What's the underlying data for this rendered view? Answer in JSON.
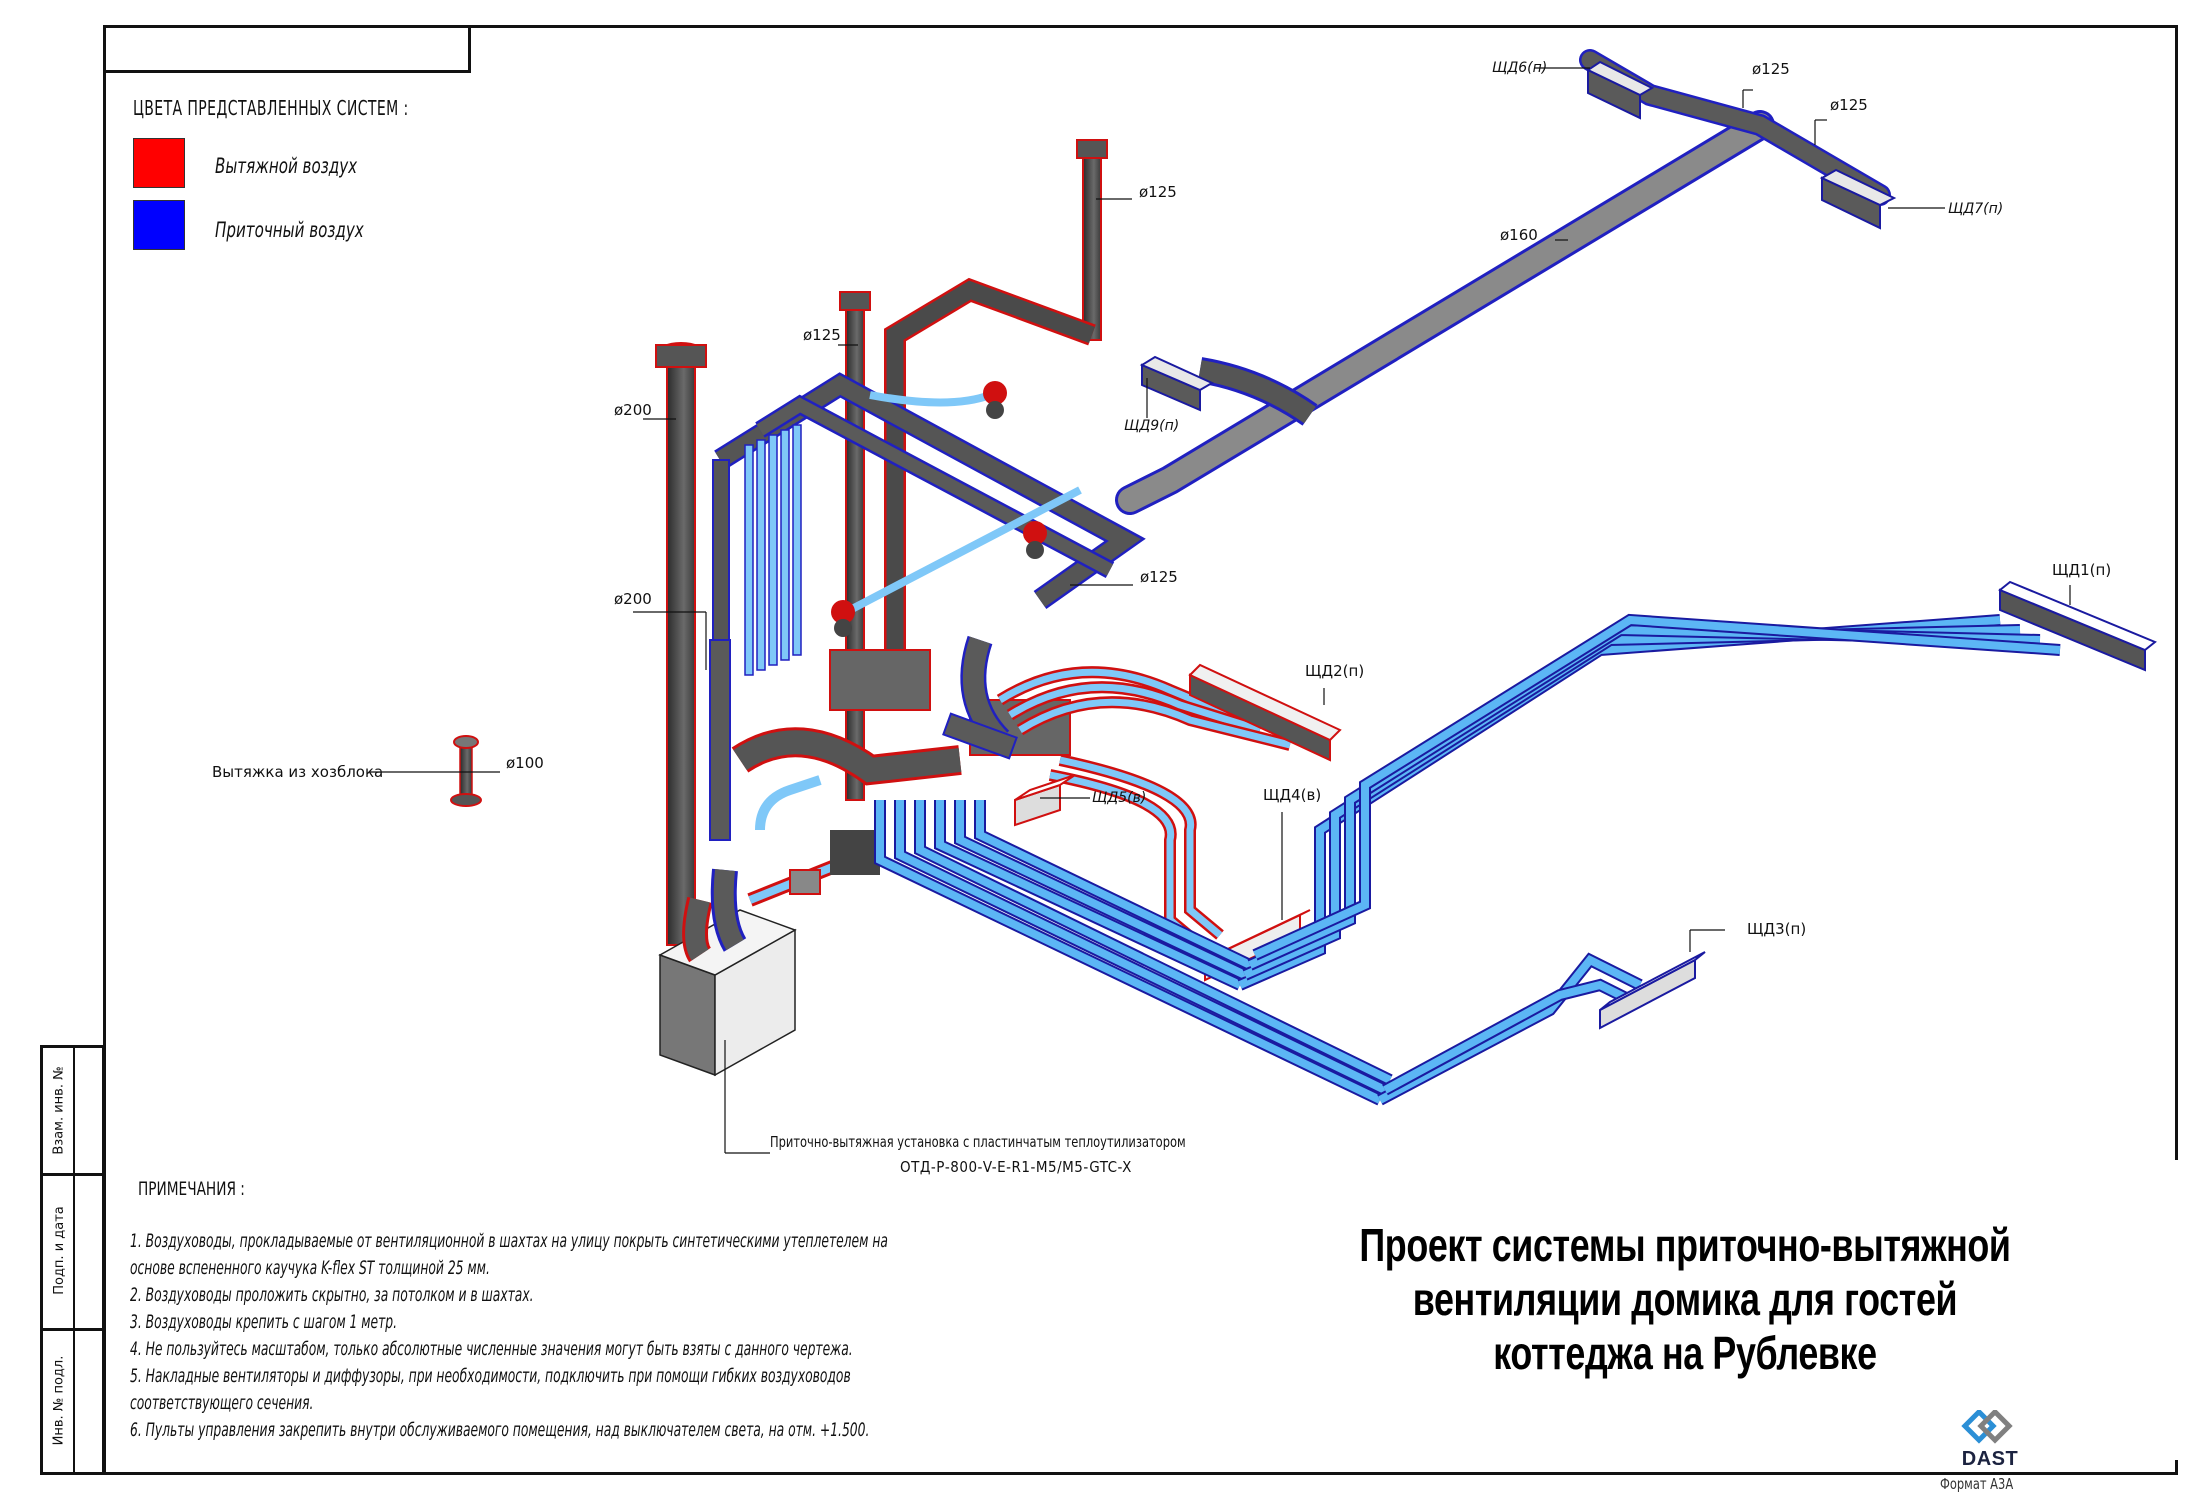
{
  "legend": {
    "title": "ЦВЕТА ПРЕДСТАВЛЕННЫХ СИСТЕМ :",
    "items": [
      {
        "label": "Вытяжной воздух",
        "color": "#ff0000"
      },
      {
        "label": "Приточный воздух",
        "color": "#0000ff"
      }
    ]
  },
  "colors": {
    "exhaust": "#ff0000",
    "supply": "#0000ff",
    "duct_gray": "#5a5a5a",
    "supply_pipe": "#7fc8f8"
  },
  "diagram": {
    "diameter_labels": {
      "d125_top_riser": "ø125",
      "d125_mid_riser": "ø125",
      "d200_upper": "ø200",
      "d200_lower": "ø200",
      "d125_right": "ø125",
      "d160_main": "ø160",
      "d125_branch_a": "ø125",
      "d125_branch_b": "ø125",
      "d100_outbuilding": "ø100"
    },
    "diffusers": {
      "shd1": "ЩД1(п)",
      "shd2": "ЩД2(п)",
      "shd3": "ЩД3(п)",
      "shd4": "ЩД4(в)",
      "shd5": "ЩД5(в)",
      "shd6": "ЩД6(п)",
      "shd7": "ЩД7(п)",
      "shd9": "ЩД9(п)"
    },
    "outbuilding_exhaust": "Вытяжка из хозблока",
    "unit_caption": "Приточно-вытяжная установка с пластинчатым теплоутилизатором",
    "unit_model": "ОТД-Р-800-V-E-R1-M5/M5-GTC-X"
  },
  "side_strip": {
    "labels": [
      "Взам. инв. №",
      "Подп. и дата",
      "Инв. № подл."
    ]
  },
  "notes": {
    "title": "ПРИМЕЧАНИЯ :",
    "lines": [
      "1. Воздуховоды, прокладываемые от вентиляционной в шахтах на улицу покрыть синтетическими утеплетелем на",
      "основе вспененного каучука K-flex ST толщиной 25 мм.",
      "2. Воздуховоды проложить скрытно, за потолком и в шахтах.",
      "3. Воздуховоды крепить с шагом 1 метр.",
      "4. Не пользуйтесь масштабом, только абсолютные численные значения могут быть взяты с данного чертежа.",
      "5. Накладные вентиляторы и диффузоры, при необходимости, подключить при помощи гибких воздуховодов",
      "соответствующего сечения.",
      "6. Пульты управления закрепить внутри обслуживаемого помещения, над выключателем света, на отм. +1.500."
    ]
  },
  "title_block": {
    "main_title_lines": [
      "Проект системы приточно-вытяжной",
      "вентиляции домика для гостей",
      "коттеджа на Рублевке"
    ],
    "logo_text": "DAST",
    "format": "Формат А3А"
  }
}
